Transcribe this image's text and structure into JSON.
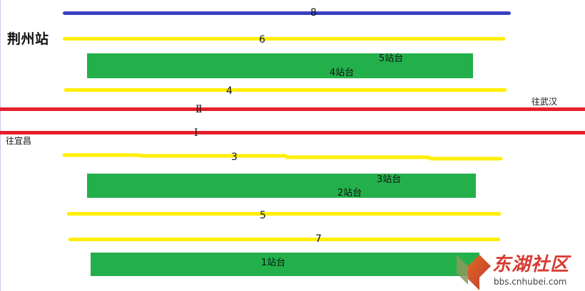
{
  "station": {
    "title": "荆州站"
  },
  "colors": {
    "blue_track": "#3a3fc4",
    "yellow_track": "#ffee00",
    "red_mainline": "#e5202a",
    "platform_green": "#23b04b",
    "watermark_red": "#d83a30"
  },
  "tracks": {
    "t8": "8",
    "t6": "6",
    "t4": "4",
    "tII": "Ⅱ",
    "tI": "Ⅰ",
    "t3": "3",
    "t5": "5",
    "t7": "7"
  },
  "directions": {
    "to_wuhan": "往武汉",
    "to_yichang": "往宜昌"
  },
  "platforms": {
    "upper": {
      "label_a": "5站台",
      "label_b": "4站台"
    },
    "middle": {
      "label_a": "3站台",
      "label_b": "2站台"
    },
    "lower": {
      "label_a": "1站台"
    }
  },
  "watermark": {
    "name": "东湖社区",
    "url": "bbs.cnhubei.com",
    "icon": "chevron-logo-icon"
  }
}
